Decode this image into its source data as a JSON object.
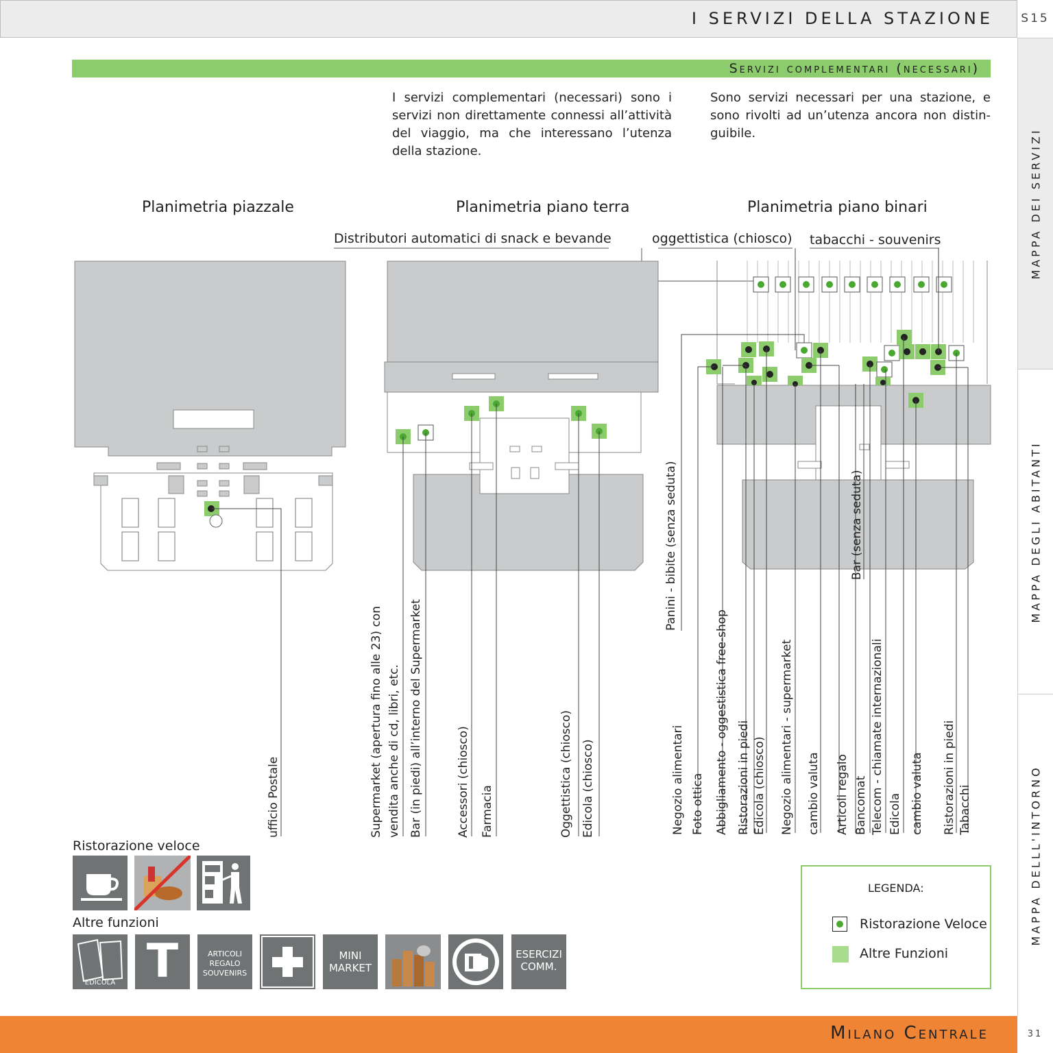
{
  "header": {
    "title": "I SERVIZI DELLA STAZIONE",
    "page_code": "S15"
  },
  "side_tabs": [
    "MAPPA DEI SERVIZI",
    "MAPPA DEGLI ABITANTI",
    "MAPPA DELLL'INTORNO"
  ],
  "section": {
    "title": "Servizi complementari (necessari)"
  },
  "intro": {
    "left": "I servizi complementari (necessari) sono i servizi non direttamente connessi all’attività del viaggio, ma che interessano l’utenza della stazione.",
    "right": "Sono servizi necessari per una stazione, e sono rivolti ad un’utenza ancora non distin-guibile."
  },
  "plans": {
    "piazzale": {
      "title": "Planimetria piazzale",
      "labels": [
        "ufficio Postale"
      ]
    },
    "terra": {
      "title": "Planimetria piano terra",
      "top_labels": [
        "Distributori automatici di snack e bevande"
      ],
      "labels": [
        "Supermarket (apertura fino alle 23) con",
        "vendita anche di cd, libri, etc.",
        "Bar (in piedi) all’interno del Supermarket",
        "Accessori (chiosco)",
        "Farmacia",
        "Oggettistica (chiosco)",
        "Edicola (chiosco)"
      ]
    },
    "binari": {
      "title": "Planimetria piano binari",
      "top_labels": [
        "oggettistica (chiosco)",
        "tabacchi - souvenirs"
      ],
      "mid_labels": [
        "Panini - bibite (senza seduta)",
        "Bar (senza seduta)"
      ],
      "labels": [
        "Negozio alimentari",
        "Foto ottica",
        "Abbigliamento - oggestistica free-shop",
        "Ristorazioni in piedi",
        "Edicola (chiosco)",
        "Negozio alimentari - supermarket",
        "cambio valuta",
        "Articoli regalo",
        "Bancomat",
        "Telecom - chiamate internazionali",
        "Edicola",
        "cambio valuta",
        "Ristorazioni in piedi",
        "Tabacchi"
      ]
    }
  },
  "icons": {
    "ristorazione_title": "Ristorazione veloce",
    "altre_title": "Altre funzioni",
    "ristorazione": [
      "cup-icon",
      "no-fastfood-icon",
      "vending-machine-icon"
    ],
    "altre": [
      {
        "name": "edicola-icon",
        "label": "EDICOLA"
      },
      {
        "name": "tabacchi-icon",
        "label": "T"
      },
      {
        "name": "articoli-regalo-icon",
        "label": "ARTICOLI\nREGALO\nSOUVENIRS"
      },
      {
        "name": "farmacia-icon",
        "label": ""
      },
      {
        "name": "mini-market-icon",
        "label": "MINI\nMARKET"
      },
      {
        "name": "cambio-valuta-icon",
        "label": ""
      },
      {
        "name": "telecom-icon",
        "label": ""
      },
      {
        "name": "esercizi-comm-icon",
        "label": "ESERCIZI\nCOMM."
      }
    ]
  },
  "legend": {
    "title": "LEGENDA:",
    "items": [
      "Ristorazione Veloce",
      "Altre Funzioni"
    ]
  },
  "colors": {
    "green": "#8ccc6c",
    "light_green": "#a6dc8c",
    "orange": "#ef8434",
    "plan_gray": "#c9cbcd",
    "icon_gray": "#707374"
  },
  "footer": {
    "title": "Milano Centrale",
    "page_number": "31"
  }
}
